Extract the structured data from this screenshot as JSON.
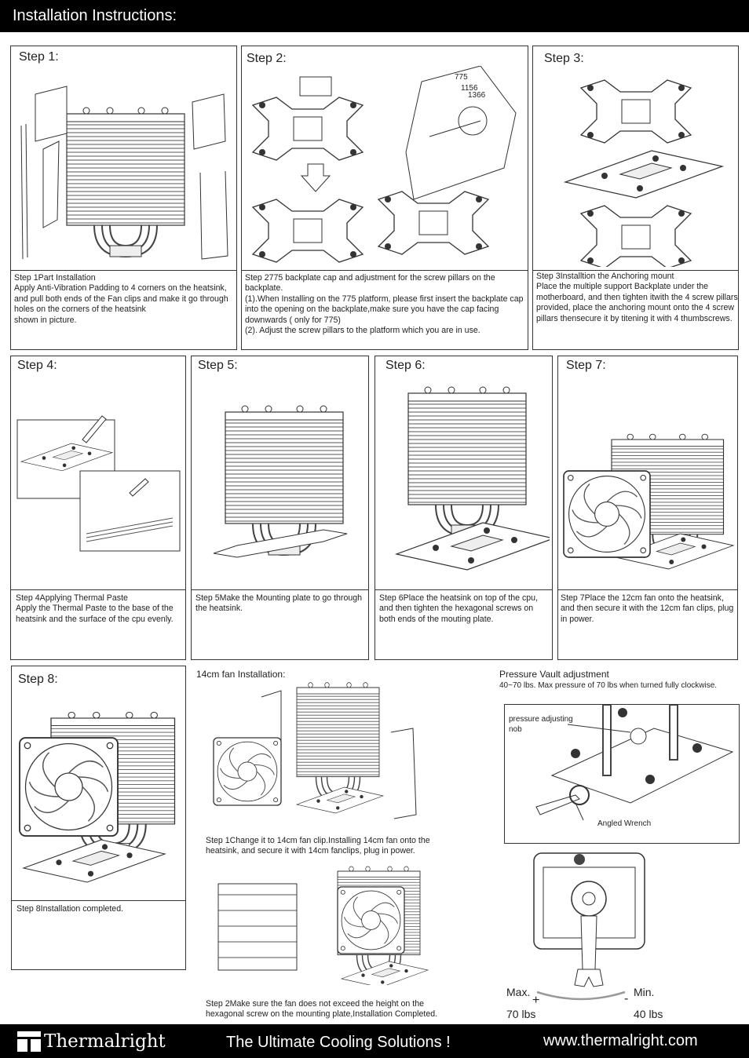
{
  "header": {
    "title": "Installation Instructions:"
  },
  "steps": [
    {
      "title": "Step 1:",
      "desc": "Step 1Part Installation\nApply Anti-Vibration Padding to 4 corners on the heatsink, and pull both ends of the Fan clips and make it go through holes on the corners of the heatsink\nshown in picture."
    },
    {
      "title": "Step 2:",
      "desc": "Step 2775 backplate cap and adjustment for the screw pillars on the backplate.\n(1).When Installing on the 775 platform, please first insert the backplate cap into the opening on the backplate,make sure you have the cap facing downwards ( only for 775)\n(2). Adjust the screw pillars to the platform which you are in use."
    },
    {
      "title": "Step 3:",
      "desc": "Step 3Installtion the Anchoring mount\nPlace the multiple support Backplate under the motherboard, and then tighten itwith the 4 screw pillars provided, place the anchoring mount onto the 4 screw pillars thensecure it by titening it with 4 thumbscrews."
    },
    {
      "title": "Step 4:",
      "desc": "Step 4Applying Thermal Paste\nApply the Thermal Paste to the base of the heatsink and the surface of the cpu evenly."
    },
    {
      "title": "Step 5:",
      "desc": "Step 5Make the Mounting plate to go through the heatsink."
    },
    {
      "title": "Step 6:",
      "desc": "Step 6Place the heatsink on top of the cpu, and then tighten the hexagonal screws on both ends of the mouting plate."
    },
    {
      "title": "Step 7:",
      "desc": "Step 7Place the 12cm fan onto the heatsink, and then secure it with the 12cm fan clips, plug in power."
    },
    {
      "title": "Step 8:",
      "desc": "Step 8Installation completed."
    }
  ],
  "socket_labels": {
    "s775": "775",
    "s1156": "1156",
    "s1366": "1366"
  },
  "fan14": {
    "title": "14cm fan  Installation:",
    "step1": "Step 1Change it to 14cm fan clip.Installing 14cm fan onto the heatsink, and secure it with 14cm fanclips, plug in power.",
    "step2": "Step 2Make sure the fan does not exceed the height on the hexagonal screw on the mounting plate,Installation Completed."
  },
  "pressure": {
    "title": "Pressure Vault adjustment",
    "subtitle": "40~70 lbs. Max pressure of 70 lbs when turned fully clockwise.",
    "nob_label": "pressure adjusting\nnob",
    "wrench_label": "Angled Wrench",
    "max_label": "Max.",
    "max_value": "70 lbs",
    "min_label": "Min.",
    "min_value": "40 lbs",
    "plus": "+",
    "minus": "-"
  },
  "footer": {
    "brand": "Thermalright",
    "slogan": "The Ultimate Cooling Solutions !",
    "url": "www.thermalright.com"
  }
}
